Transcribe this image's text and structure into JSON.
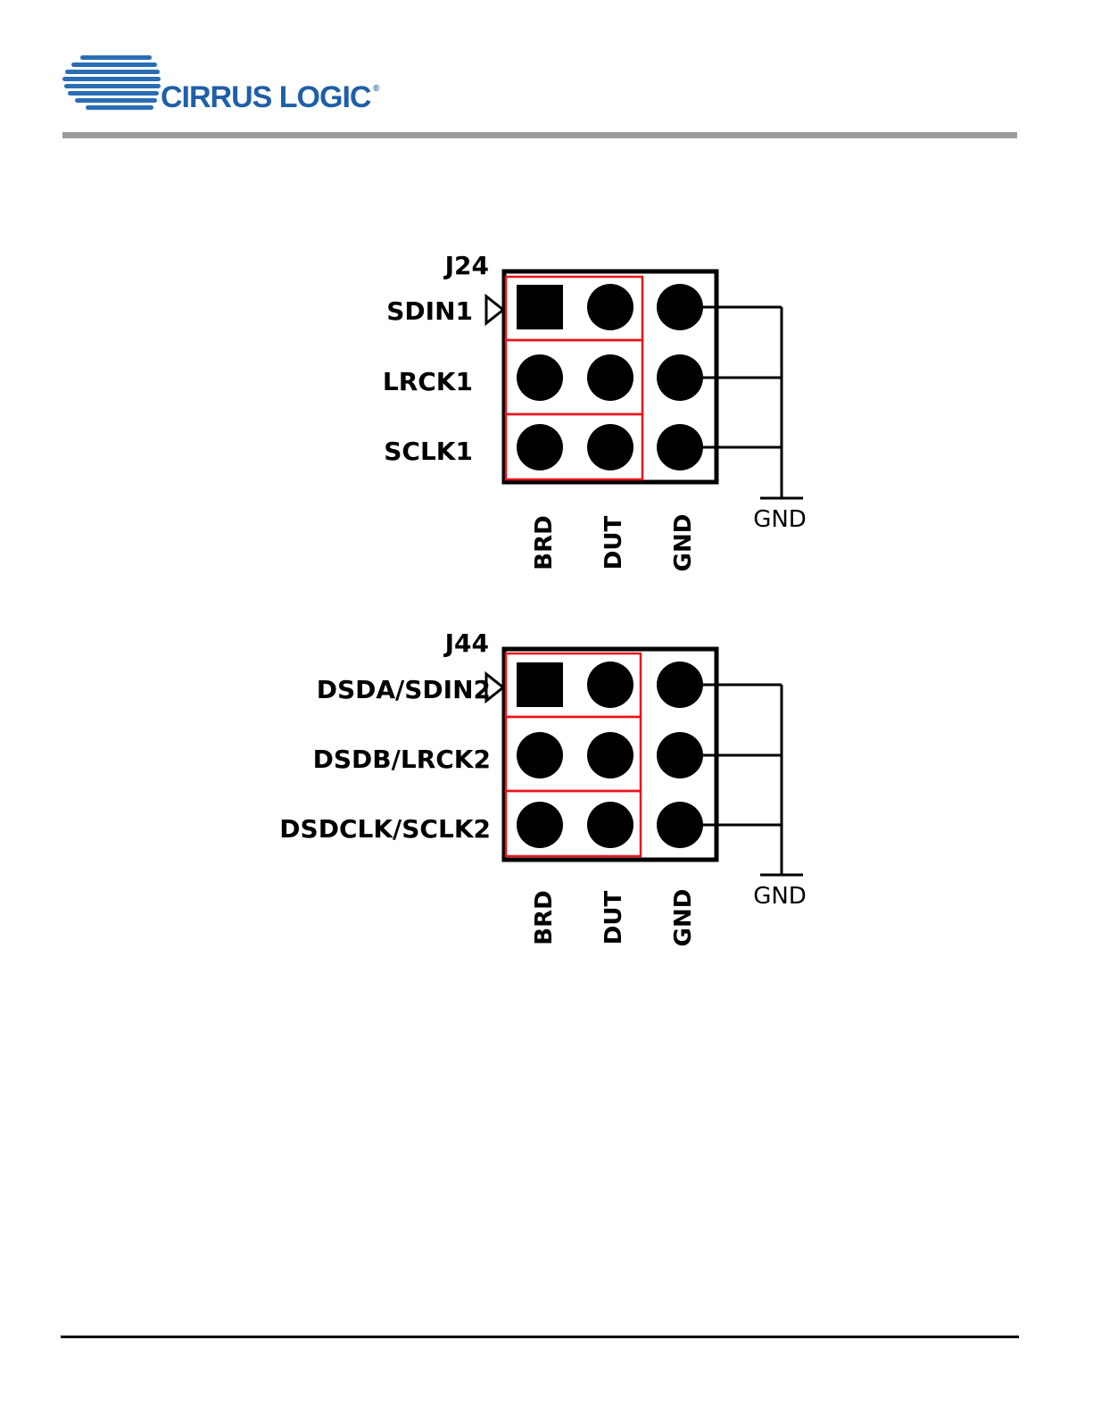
{
  "header": {
    "logo_text": "CIRRUS LOGIC",
    "logo_mark": "®",
    "brand_color": "#2a6db5",
    "rule_color": "#9b9b9b"
  },
  "footer": {
    "rule_color": "#000000"
  },
  "headers": [
    {
      "ref": "J24",
      "rows": [
        "SDIN1",
        "LRCK1",
        "SCLK1"
      ],
      "columns": [
        "BRD",
        "DUT",
        "GND"
      ],
      "ground_label": "GND"
    },
    {
      "ref": "J44",
      "rows": [
        "DSDA/SDIN2",
        "DSDB/LRCK2",
        "DSDCLK/SCLK2"
      ],
      "columns": [
        "BRD",
        "DUT",
        "GND"
      ],
      "ground_label": "GND"
    }
  ],
  "colors": {
    "jumper_outline": "#e8141b",
    "ink": "#000000"
  }
}
